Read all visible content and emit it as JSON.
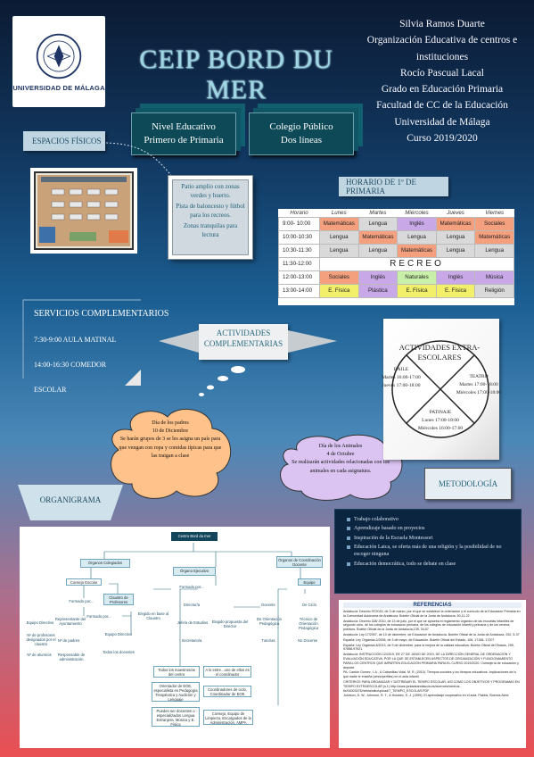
{
  "logo": {
    "text": "UNIVERSIDAD DE MÁLAGA",
    "seal_text": "UNIVERSITAS MALACITANA"
  },
  "title": "CEIP BORD DU MER",
  "info": [
    "Silvia Ramos Duarte",
    "Organización Educativa de centros e instituciones",
    "Rocío Pascual Lacal",
    "Grado en Educación Primaria",
    "Facultad de CC de la Educación",
    "Universidad de Málaga",
    "Curso 2019/2020"
  ],
  "stacks": [
    {
      "l1": "Nivel Educativo",
      "l2": "Primero de Primaria"
    },
    {
      "l1": "Colegio Público",
      "l2": "Dos líneas"
    }
  ],
  "espacios_title": "ESPACIOS FÍSICOS",
  "espacios_text": [
    "Patio amplio con zonas verdes y huerto.",
    "Pista de baloncesto y fútbol para los recreos.",
    "Zonas tranquilas para lectura"
  ],
  "horario": {
    "title": "HORARIO DE 1º DE PRIMARIA",
    "headers": [
      "Horario",
      "Lunes",
      "Martes",
      "Miércoles",
      "Jueves",
      "Viernes"
    ],
    "rows": [
      {
        "time": "9:00- 10:00",
        "cells": [
          "Matemáticas",
          "Lengua",
          "Inglés",
          "Matemáticas",
          "Sociales"
        ]
      },
      {
        "time": "10:00-10:30",
        "cells": [
          "Lengua",
          "Matemáticas",
          "Lengua",
          "Lengua",
          "Matemáticas"
        ]
      },
      {
        "time": "10:30-11:30",
        "cells": [
          "Lengua",
          "Lengua",
          "Matemáticas",
          "Lengua",
          "Lengua"
        ]
      },
      {
        "time": "11:30-12:00",
        "cells": []
      },
      {
        "time": "12:00-13:00",
        "cells": [
          "Sociales",
          "Inglés",
          "Naturales",
          "Inglés",
          "Música"
        ]
      },
      {
        "time": "13:00-14:00",
        "cells": [
          "E. Física",
          "Plástica",
          "E. Física",
          "E. Física",
          "Religión"
        ]
      }
    ],
    "recreo": "RECREO",
    "colors": {
      "Matemáticas": "#f4a07f",
      "Lengua": "#d9d9d9",
      "Inglés": "#c9a8e8",
      "Sociales": "#f4a07f",
      "Naturales": "#c9f0a8",
      "Música": "#c9a8e8",
      "E. Física": "#f2ef6b",
      "Plástica": "#c9a8e8",
      "Religión": "#d9d9d9"
    }
  },
  "servicios": {
    "title": "SERVICIOS COMPLEMENTARIOS",
    "items": [
      "7:30-9:00 AULA MATINAL",
      "14:00-16:30 COMEDOR ESCOLAR"
    ]
  },
  "actividades_title": [
    "ACTIVIDADES",
    "COMPLEMENTARIAS"
  ],
  "cloud1": [
    "Día de los padres",
    "10 de Diciembre",
    "Se harán grupos de 3 se les asigna un país para que vengan con ropa y comidas típicas para que las traigan a clase"
  ],
  "cloud2": [
    "Día de los Animales",
    "4 de Octubre",
    "Se realizarán actividades relacionadas con los animales en cada asignatura."
  ],
  "extra": {
    "title": [
      "ACTIVIDADES EXTRA-",
      "ESCOLARES"
    ],
    "baile": [
      "BAILE",
      "Martes 16:00-17:00",
      "Jueves 17:00-18:00"
    ],
    "teatro": [
      "TEATRO",
      "Martes 17:00-18:00",
      "Miércoles 17:00-18:00"
    ],
    "patinaje": [
      "PATINAJE",
      "Lunes 17:00-18:00",
      "Miércoles 16:00-17:00"
    ]
  },
  "metodologia_title": "METODOLOGÍA",
  "organigrama_title": "ORGANIGRAMA",
  "metodologia": [
    "Trabajo colaborativo",
    "Aprendizaje basado en proyectos",
    "Inspiración de la Escuela Montessori",
    "Educación Laica, se oferta más de una religión y la posibilidad de no escoger ninguna",
    "Educación democrática, todo se debate en clase"
  ],
  "org": {
    "root": "Centro Bord du mer",
    "colegiados": "Órganos Colegiados",
    "ejecutivo": "Órgano Ejecutivo",
    "coordinacion": "Órganos de Coordinación Docente",
    "consejo": "Consejo Escolar",
    "claustro": "Claustro de Profesores",
    "formado": "Formado por...",
    "equipo_directivo": "Equipo Directivo",
    "rep_claustro": "Representante del Ayuntamiento",
    "profesores": "Nº de profesores designados por el claustro",
    "padres": "Nº de padres",
    "alumnos": "Nº de alumnos",
    "resp": "Responsable de administración",
    "equipos_dir": "Equipo Directivo",
    "docentes": "Todos los docentes",
    "director": "Director/a",
    "jefe": "Jefe/a de Estudios",
    "secretario": "Secretario/a",
    "equipo": "Equipo",
    "docente": "Docente",
    "ciclo": "De Ciclo",
    "orientacion": "De Orientación Pedagógica",
    "tecnico": "Técnico de Orientación Pedagógica",
    "tutorias": "Tutorías",
    "nodocente": "No Docente",
    "maestros": "Todos los maestros/as del centro",
    "nivel": "A lo entre...uno de ellos es el coordinador",
    "orientador": "Orientador de EOE, especialista en Pedagogía Terapéutica y Audición y Lenguaje",
    "coord": "Coordinadores de ciclo, Coordinador de EOE",
    "pueden": "Pueden ser docentes o especializados Lengua Extranjera, Música y E. Física",
    "consejos": "Consejo, Equipo de Limpieza, Encargados de la Administración, AMPA",
    "formado2": "Formado por...",
    "elegido": "Elegido en base al Claustro",
    "propuesta": "Elegido propuesta del Director",
    "formado3": "Formado por..."
  },
  "refs": {
    "title": "REFERENCIAS",
    "items": [
      "Andalucía: Decreto 97/2015, de 3 de marzo, por el que se establece la ordenación y el currículo de la Educación Primaria en la Comunidad Autónoma de Andalucía. Boletín Oficial de la Junta de Andalucía, 50,11-22",
      "Andalucía: Decreto 328/ 2010, de 13 de julio, por el que se aprueba el reglamento orgánico de las escuelas infantiles de segundo ciclo, de los colegios de educación primaria, de los colegios de educación infantil y primaria y de los centros públicos. Boletín Oficial de la Junta de Andalucía,139, 34-57",
      "Andalucía: Ley 17/2007, de 10 de diciembre, de Educación de Andalucía. Boletín Oficial de la Junta de Andalucía, 252, 5-37",
      "España: Ley Orgánica 2/2006, de 3 de mayo, de Educación. Boletín Oficial del Estado, 106, 17158- 17207",
      "España: Ley Orgánica 8/2013, de 9 de diciembre, para la mejora de la calidad educativa. Boletín Oficial del Estado, 295, 97858-97921.",
      "Andalucía: INSTRUCCIÓN 12/2019, DE 27 DE JUNIO DE 2019, DE LA DIRECCIÓN GENERAL DE ORDENACIÓN Y EVALUACIÓN EDUCATIVA, POR LA QUE SE ESTABLECEN ASPECTOS DE ORGANIZACIÓN Y FUNCIONAMIENTO PARA LOS CENTROS QUE IMPARTEN EDUCACIÓN PRIMARIA PARA EL CURSO 2019/2020. Consejería de educación y deporte.",
      "PA. Cantón Gómez, I. A., & Cabanillas Vidal, M. R. (2010). Tiempos sociales y los tiempos educativos. Implicaciones de lo que nadie le enseña (crisis/perfiles) en el aula infantil.",
      "CRITERIOS PARA ORGANIZAR Y DISTRIBUIR EL TIEMPO ESCOLAR, ASÍ COMO LOS OBJETIVOS Y PROGRAMAS EN TIEMPO EXTRAESCOLAR (s.f.) http://www.juntadeandalucia.es/averroes/centros-tic/04003476/helvia/sitio/upload/7_TIEMPO_ESCOLAR.PDF",
      "Johnson, D. W., Johnson, R. T., & Holubec, E. J. (1999). El aprendizaje cooperativo en el aula. Paidós, Buenos Aires"
    ]
  }
}
